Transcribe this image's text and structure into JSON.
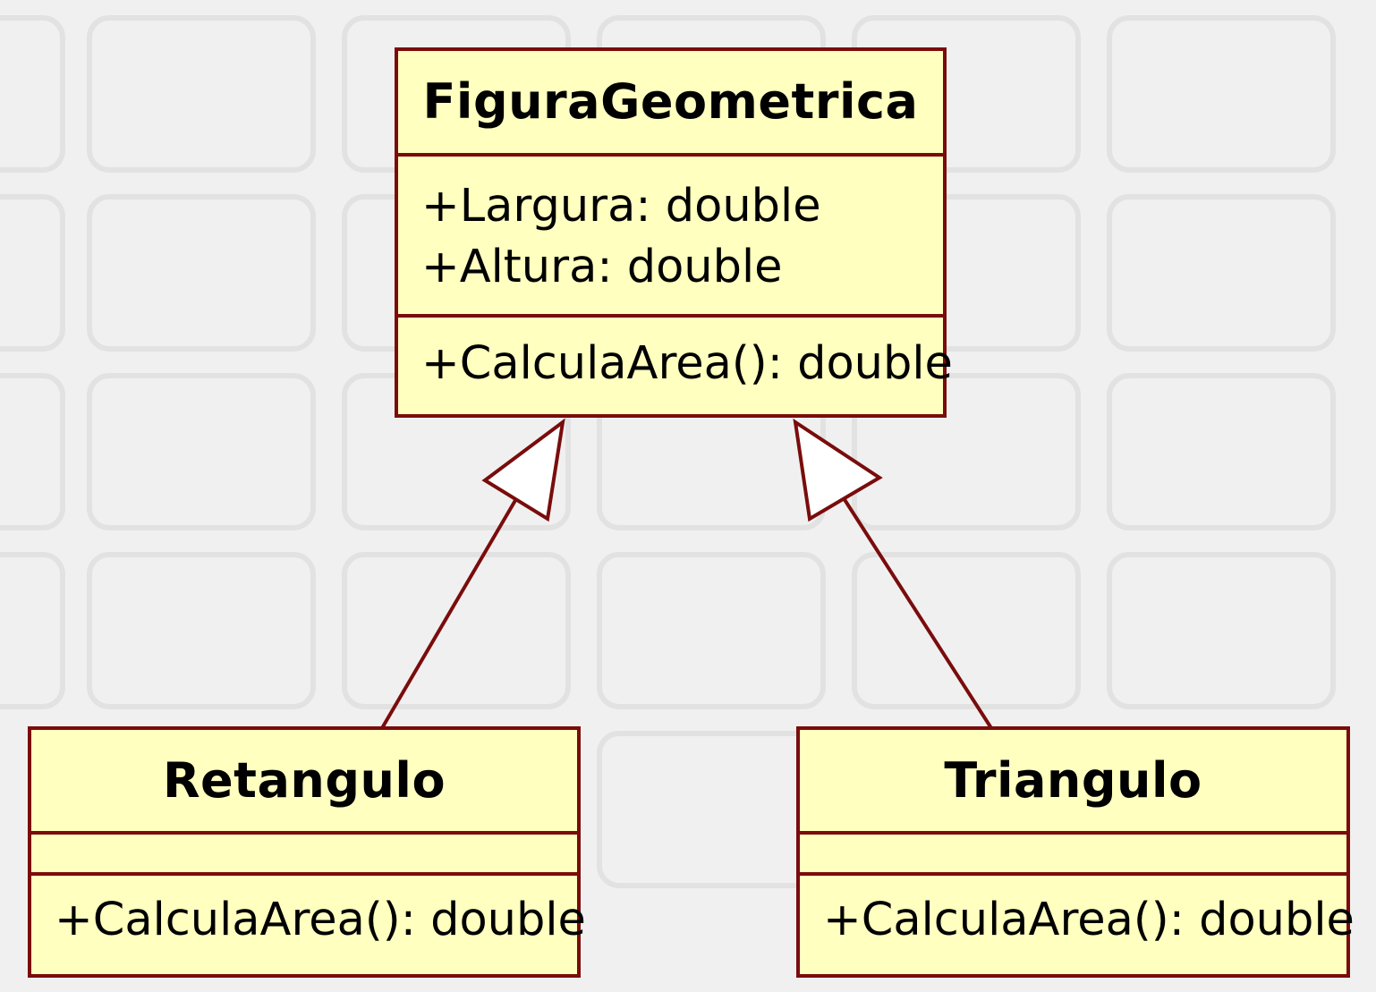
{
  "classes": {
    "figura": {
      "name": "FiguraGeometrica",
      "attributes": [
        "+Largura: double",
        "+Altura: double"
      ],
      "operations": [
        "+CalculaArea(): double"
      ]
    },
    "retangulo": {
      "name": "Retangulo",
      "attributes": [],
      "operations": [
        "+CalculaArea(): double"
      ]
    },
    "triangulo": {
      "name": "Triangulo",
      "attributes": [],
      "operations": [
        "+CalculaArea(): double"
      ]
    }
  },
  "relations": [
    {
      "type": "generalization",
      "from": "Retangulo",
      "to": "FiguraGeometrica"
    },
    {
      "type": "generalization",
      "from": "Triangulo",
      "to": "FiguraGeometrica"
    }
  ],
  "colors": {
    "class_fill": "#ffffc0",
    "border": "#7a0c0c",
    "background": "#f0f0f0"
  }
}
